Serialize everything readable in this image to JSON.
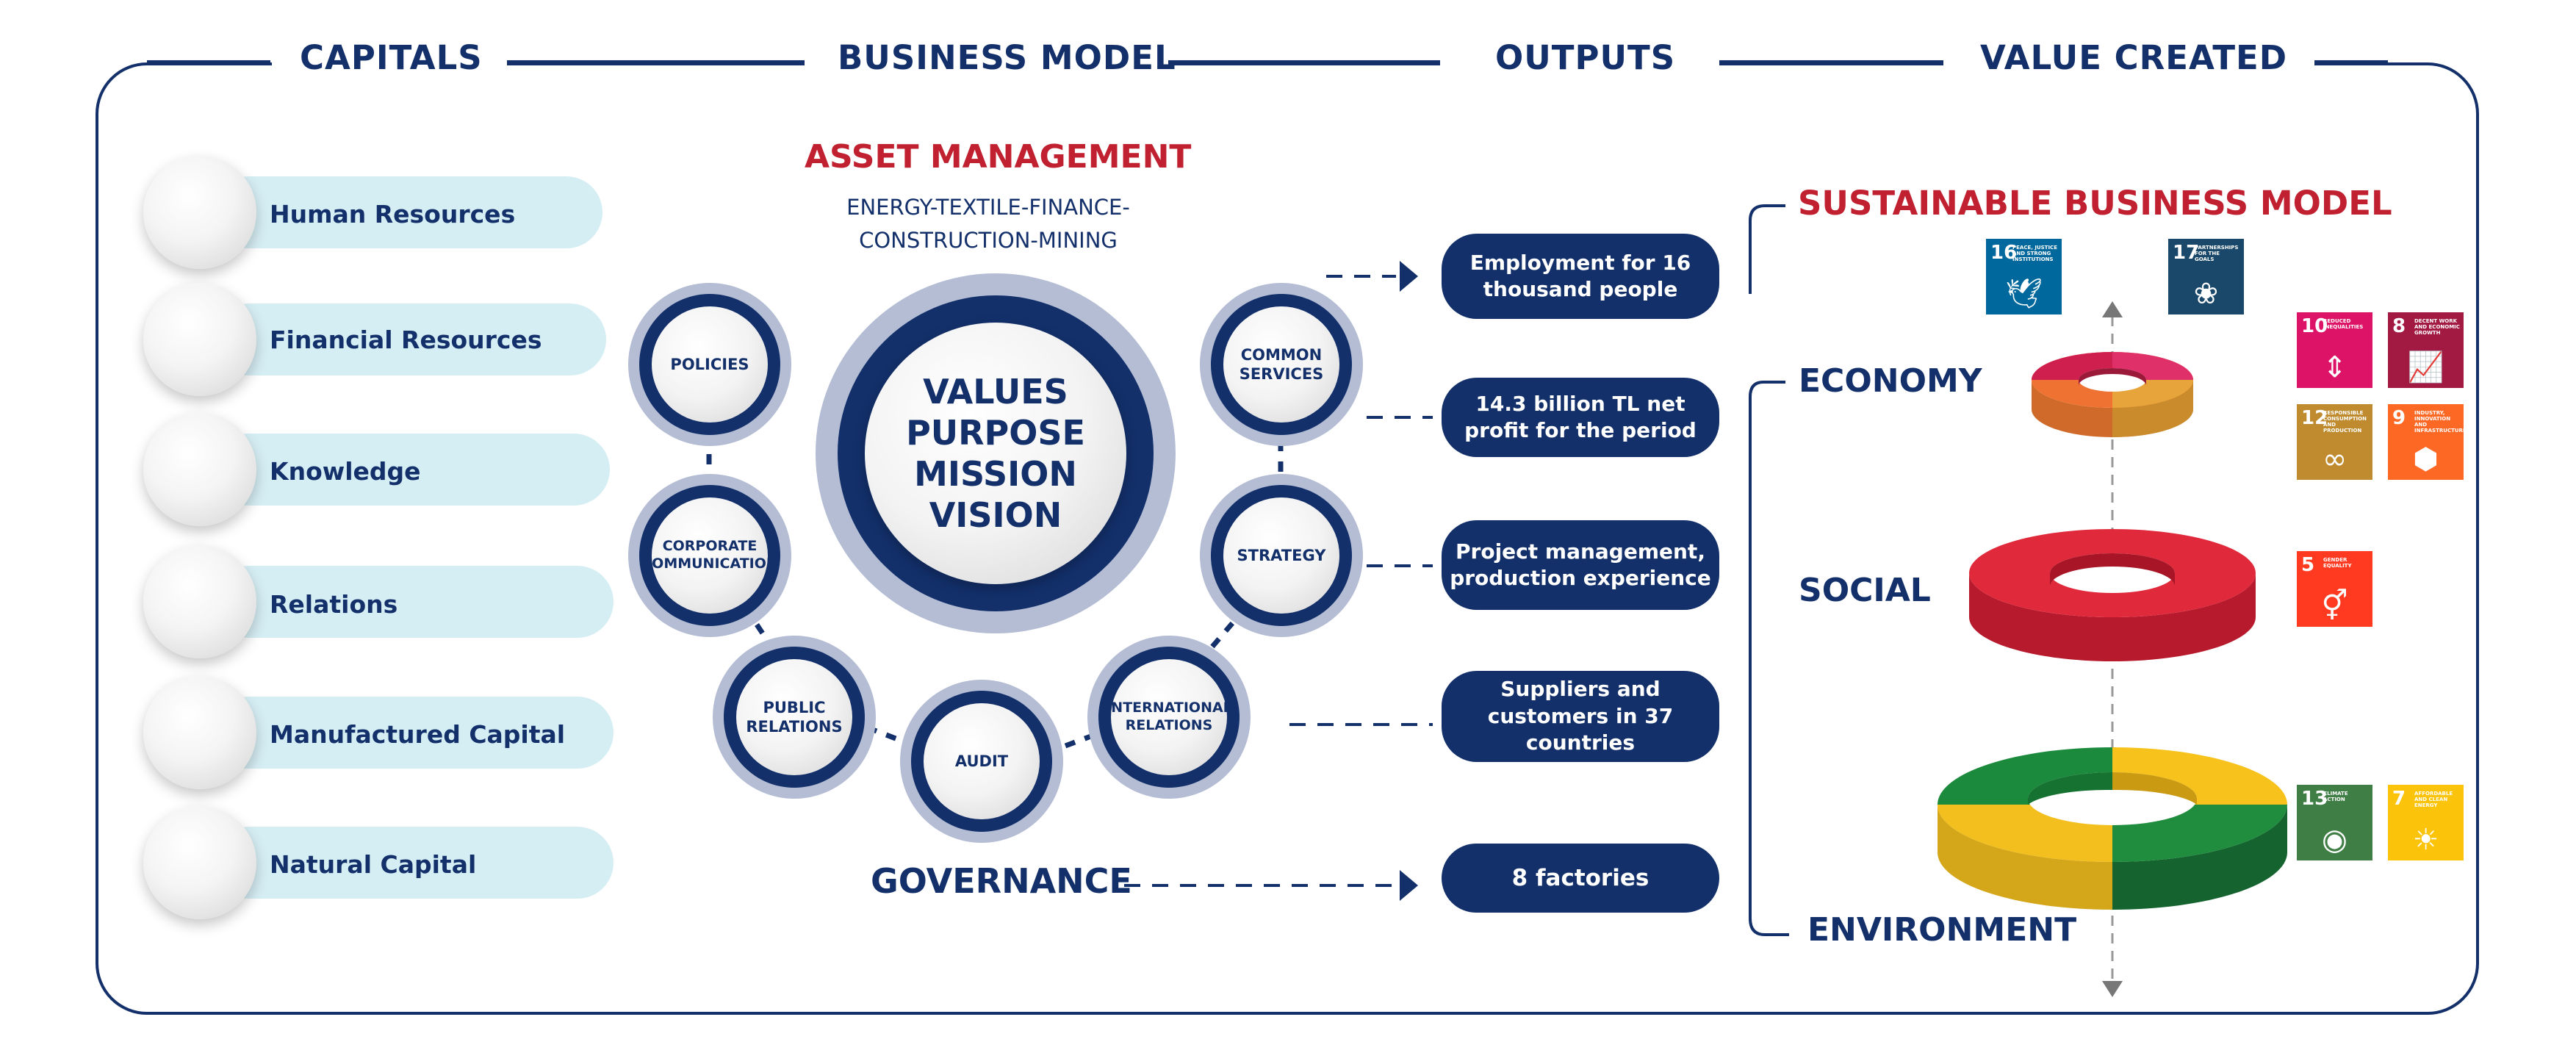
{
  "headers": {
    "capitals": "CAPITALS",
    "business_model": "BUSINESS MODEL",
    "outputs": "OUTPUTS",
    "value_created": "VALUE CREATED"
  },
  "capitals": [
    "Human Resources",
    "Financial Resources",
    "Knowledge",
    "Relations",
    "Manufactured Capital",
    "Natural Capital"
  ],
  "business_model": {
    "title": "ASSET MANAGEMENT",
    "subtitle_line1": "ENERGY-TEXTILE-FINANCE-",
    "subtitle_line2": "CONSTRUCTION-MINING",
    "center": [
      "VALUES",
      "PURPOSE",
      "MISSION",
      "VISION"
    ],
    "nodes": {
      "policies": "POLICIES",
      "corporate_communication": [
        "CORPORATE",
        "COMMUNICATION"
      ],
      "public_relations": [
        "PUBLIC",
        "RELATIONS"
      ],
      "audit": "AUDIT",
      "international_relations": [
        "INTERNATIONAL",
        "RELATIONS"
      ],
      "strategy": "STRATEGY",
      "common_services": [
        "COMMON",
        "SERVICES"
      ]
    },
    "governance": "GOVERNANCE"
  },
  "outputs": [
    [
      "Employment for 16",
      "thousand people"
    ],
    [
      "14.3 billion TL net",
      "profit for the period"
    ],
    [
      "Project management,",
      "production experience"
    ],
    [
      "Suppliers and",
      "customers in 37",
      "countries"
    ],
    [
      "8 factories"
    ]
  ],
  "value_created": {
    "title": "SUSTAINABLE BUSINESS MODEL",
    "categories": {
      "economy": "ECONOMY",
      "social": "SOCIAL",
      "environment": "ENVIRONMENT"
    },
    "sdgs": {
      "sdg16": {
        "number": "16",
        "text": "Peace, Justice and Strong Institutions",
        "color": "#00689d",
        "icon": "dove-icon"
      },
      "sdg17": {
        "number": "17",
        "text": "Partnerships for the Goals",
        "color": "#19486a",
        "icon": "flower-icon"
      },
      "sdg10": {
        "number": "10",
        "text": "Reduced Inequalities",
        "color": "#dd1367",
        "icon": "equality-icon"
      },
      "sdg8": {
        "number": "8",
        "text": "Decent Work and Economic Growth",
        "color": "#a21942",
        "icon": "growth-icon"
      },
      "sdg12": {
        "number": "12",
        "text": "Responsible Consumption and Production",
        "color": "#bf8b2e",
        "icon": "infinity-icon"
      },
      "sdg9": {
        "number": "9",
        "text": "Industry, Innovation and Infrastructure",
        "color": "#fd6925",
        "icon": "cube-icon"
      },
      "sdg5": {
        "number": "5",
        "text": "Gender Equality",
        "color": "#ff3a21",
        "icon": "gender-icon"
      },
      "sdg13": {
        "number": "13",
        "text": "Climate Action",
        "color": "#3f7e44",
        "icon": "eye-globe-icon"
      },
      "sdg7": {
        "number": "7",
        "text": "Affordable and Clean Energy",
        "color": "#fcc30b",
        "icon": "sun-icon"
      }
    }
  },
  "colors": {
    "navy": "#13306b",
    "red": "#c0202f",
    "pill": "#d5eef4",
    "ring": "#b4bdd4"
  }
}
